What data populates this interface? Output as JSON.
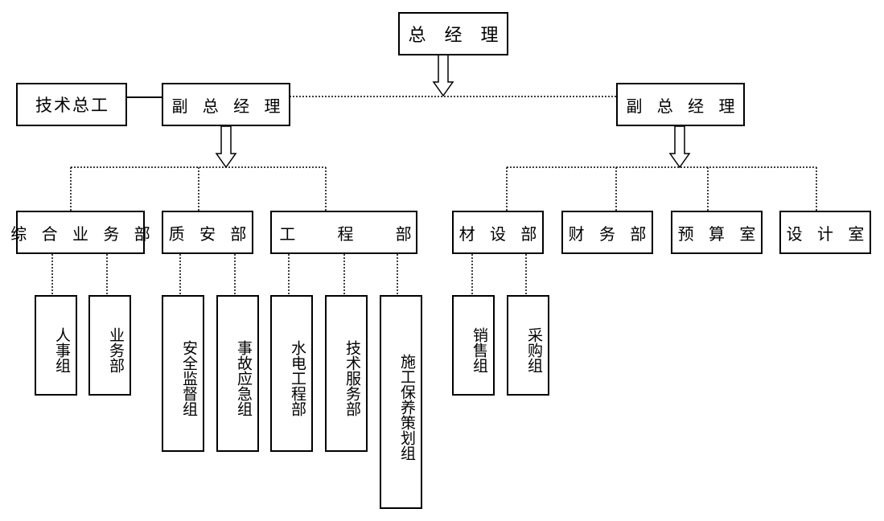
{
  "chart": {
    "general_manager": "总 经 理",
    "chief_engineer": "技术总工",
    "deputy_left": "副 总 经 理",
    "deputy_right": "副 总 经 理",
    "departments": {
      "comprehensive": "综 合 业 务 部",
      "quality_safety": "质 安 部",
      "engineering": "工      程      部",
      "materials": "材 设 部",
      "finance": "财 务 部",
      "budget": "预 算 室",
      "design": "设 计 室"
    },
    "groups": {
      "hr": "人事组",
      "business": "业务部",
      "safety_supervision": "安全监督组",
      "emergency": "事故应急组",
      "hydro_electric": "水电工程部",
      "tech_service": "技术服务部",
      "construction_maintenance": "施工保养策划组",
      "sales": "销售组",
      "procurement": "采购组"
    }
  }
}
